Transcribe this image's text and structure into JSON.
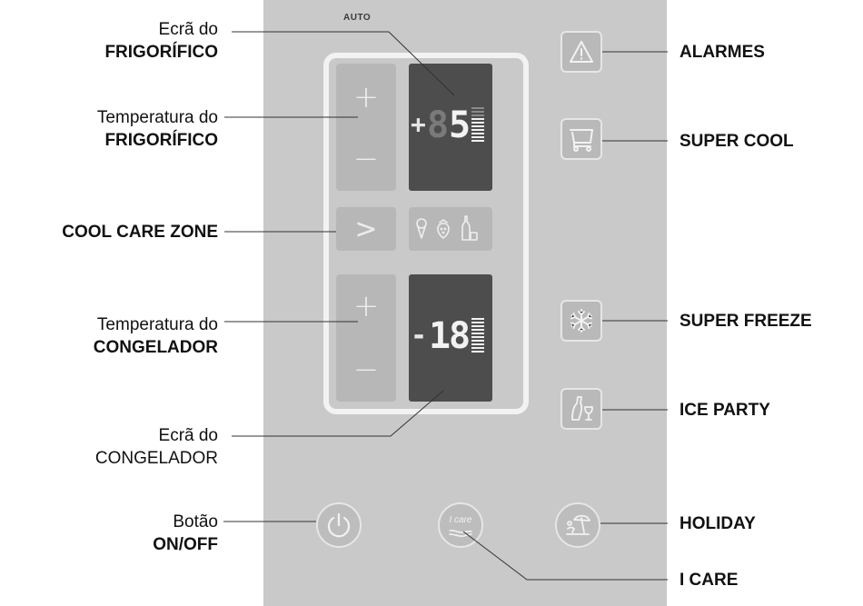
{
  "display_auto": "AUTO",
  "fridge_display": {
    "sign": "+",
    "tens": "8",
    "value": "5"
  },
  "freezer_display": {
    "sign": "-",
    "tens": "1",
    "value": "8"
  },
  "keys": {
    "plus": "+",
    "minus": "−",
    "next": ">"
  },
  "labels": {
    "ecra_frig_line1": "Ecrã do",
    "ecra_frig_line2": "FRIGORÍFICO",
    "temp_frig_line1": "Temperatura do",
    "temp_frig_line2": "FRIGORÍFICO",
    "cool_care_zone": "COOL CARE ZONE",
    "temp_cong_line1": "Temperatura do",
    "temp_cong_line2": "CONGELADOR",
    "ecra_cong_line1": "Ecrã do",
    "ecra_cong_line2": "CONGELADOR",
    "onoff_line1": "Botão",
    "onoff_line2": "ON/OFF",
    "alarmes": "ALARMES",
    "super_cool": "SUPER COOL",
    "super_freeze": "SUPER FREEZE",
    "ice_party": "ICE PARTY",
    "holiday": "HOLIDAY",
    "i_care": "I CARE"
  },
  "icare_button_text": "I care",
  "icons": [
    "warning-icon",
    "shopping-cart-icon",
    "snowflake-icon",
    "bottle-glass-icon",
    "power-icon",
    "hand-icon",
    "beach-umbrella-icon",
    "ice-cream-icon",
    "strawberry-icon",
    "bottle-icon"
  ],
  "colors": {
    "panel": "#c9c9c9",
    "display": "#4d4d4d",
    "key": "#b7b7b7",
    "frame": "#f2f2f2"
  }
}
